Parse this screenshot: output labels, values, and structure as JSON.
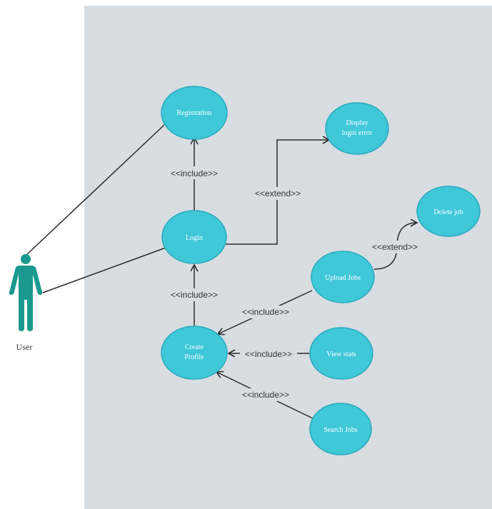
{
  "colors": {
    "panel": "#d8dde2",
    "usecase_fill": "#3ec8d8",
    "usecase_stroke": "#2aaabd",
    "actor": "#1a9a8e",
    "line": "#2a2a2a"
  },
  "actor": {
    "label": "User",
    "icon": "person-icon"
  },
  "use_cases": {
    "registration": {
      "lines": [
        "Registration"
      ]
    },
    "login": {
      "lines": [
        "Login"
      ]
    },
    "display_login_error": {
      "lines": [
        "Display",
        "login error"
      ]
    },
    "delete_job": {
      "lines": [
        "Delete job"
      ]
    },
    "upload_jobs": {
      "lines": [
        "Upload Jobs"
      ]
    },
    "create_profile": {
      "lines": [
        "Create",
        "Profile"
      ]
    },
    "view_stats": {
      "lines": [
        "View stats"
      ]
    },
    "search_jobs": {
      "lines": [
        "Search Jobs"
      ]
    }
  },
  "relations": {
    "login_registration": "<<include>>",
    "login_display_error": "<<extend>>",
    "upload_delete": "<<extend>>",
    "create_login": "<<include>>",
    "upload_create": "<<include>>",
    "view_create": "<<include>>",
    "search_create": "<<include>>"
  }
}
